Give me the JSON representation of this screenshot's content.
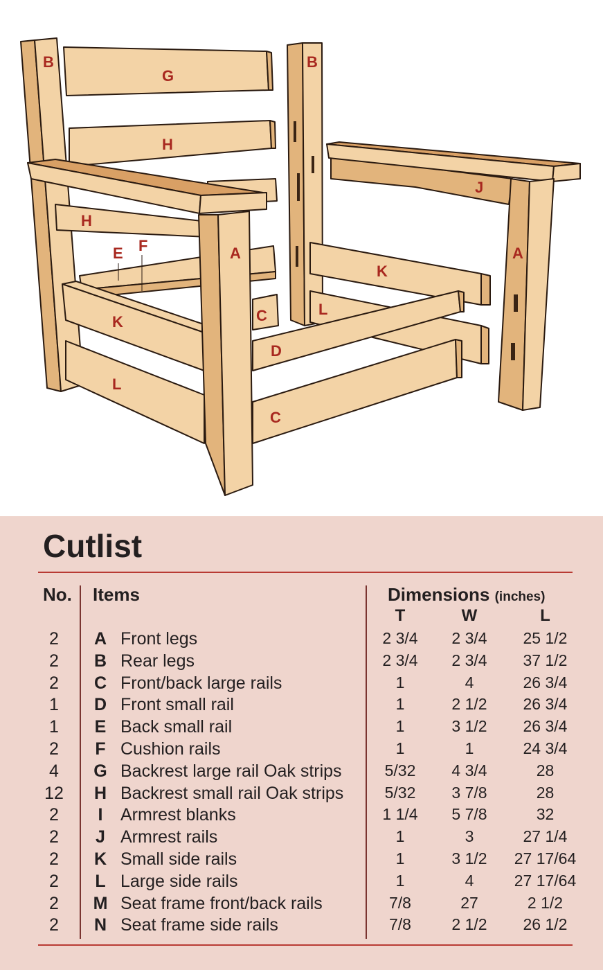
{
  "diagram": {
    "labels": {
      "B_left": "B",
      "G": "G",
      "B_right": "B",
      "H_upper": "H",
      "H_lower": "H",
      "J": "J",
      "E": "E",
      "F": "F",
      "A_left": "A",
      "A_right": "A",
      "K_right": "K",
      "K_left": "K",
      "C_rear": "C",
      "L_right": "L",
      "D": "D",
      "L_left": "L",
      "C_front": "C"
    }
  },
  "cutlist": {
    "title": "Cutlist",
    "headers": {
      "no": "No.",
      "items": "Items",
      "dimensions": "Dimensions",
      "units": "(inches)",
      "t": "T",
      "w": "W",
      "l": "L"
    },
    "rows": [
      {
        "no": "2",
        "letter": "A",
        "item": "Front legs",
        "t": "2 3/4",
        "w": "2 3/4",
        "l": "25 1/2"
      },
      {
        "no": "2",
        "letter": "B",
        "item": "Rear legs",
        "t": "2 3/4",
        "w": "2 3/4",
        "l": "37 1/2"
      },
      {
        "no": "2",
        "letter": "C",
        "item": "Front/back large rails",
        "t": "1",
        "w": "4",
        "l": "26 3/4"
      },
      {
        "no": "1",
        "letter": "D",
        "item": "Front small rail",
        "t": "1",
        "w": "2 1/2",
        "l": "26 3/4"
      },
      {
        "no": "1",
        "letter": "E",
        "item": "Back small rail",
        "t": "1",
        "w": "3 1/2",
        "l": "26 3/4"
      },
      {
        "no": "2",
        "letter": "F",
        "item": "Cushion rails",
        "t": "1",
        "w": "1",
        "l": "24 3/4"
      },
      {
        "no": "4",
        "letter": "G",
        "item": "Backrest large rail Oak strips",
        "t": "5/32",
        "w": "4 3/4",
        "l": "28"
      },
      {
        "no": "12",
        "letter": "H",
        "item": "Backrest small rail Oak strips",
        "t": "5/32",
        "w": "3 7/8",
        "l": "28"
      },
      {
        "no": "2",
        "letter": "I",
        "item": "Armrest blanks",
        "t": "1 1/4",
        "w": "5 7/8",
        "l": "32"
      },
      {
        "no": "2",
        "letter": "J",
        "item": "Armrest rails",
        "t": "1",
        "w": "3",
        "l": "27 1/4"
      },
      {
        "no": "2",
        "letter": "K",
        "item": "Small side rails",
        "t": "1",
        "w": "3 1/2",
        "l": "27 17/64"
      },
      {
        "no": "2",
        "letter": "L",
        "item": "Large side rails",
        "t": "1",
        "w": "4",
        "l": "27 17/64"
      },
      {
        "no": "2",
        "letter": "M",
        "item": "Seat frame front/back rails",
        "t": "7/8",
        "w": "27",
        "l": "2 1/2"
      },
      {
        "no": "2",
        "letter": "N",
        "item": "Seat frame side rails",
        "t": "7/8",
        "w": "2 1/2",
        "l": "26 1/2"
      }
    ]
  }
}
